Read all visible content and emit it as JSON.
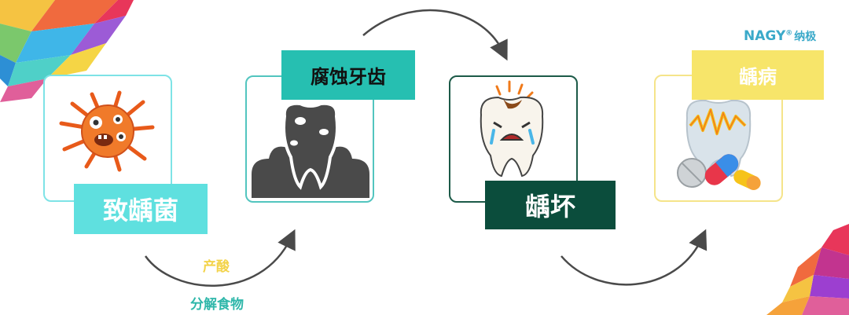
{
  "brand": {
    "name": "NAGY",
    "reg": "®",
    "cn": "纳极",
    "color": "#3aa9c9"
  },
  "steps": [
    {
      "label": "致龋菌",
      "color": "#5fe0df",
      "text_color": "#ffffff",
      "border": "#7ee3e6"
    },
    {
      "label": "腐蚀牙齿",
      "color": "#26bfb1",
      "text_color": "#111111",
      "border": "#52c5bf"
    },
    {
      "label": "龋坏",
      "color": "#0b4d3c",
      "text_color": "#ffffff",
      "border": "#1c5a48"
    },
    {
      "label": "龋病",
      "color": "#f7e56a",
      "text_color": "#ffffff",
      "border": "#f5e48a"
    }
  ],
  "notes": [
    {
      "text": "产酸",
      "color": "#f3d34a"
    },
    {
      "text": "分解食物",
      "color": "#2fb7aa"
    }
  ],
  "icons": [
    "bacteria-icon",
    "decayed-molar-icon",
    "crying-tooth-icon",
    "tooth-pain-pills-icon"
  ],
  "arrow_color": "#4a4a4a"
}
